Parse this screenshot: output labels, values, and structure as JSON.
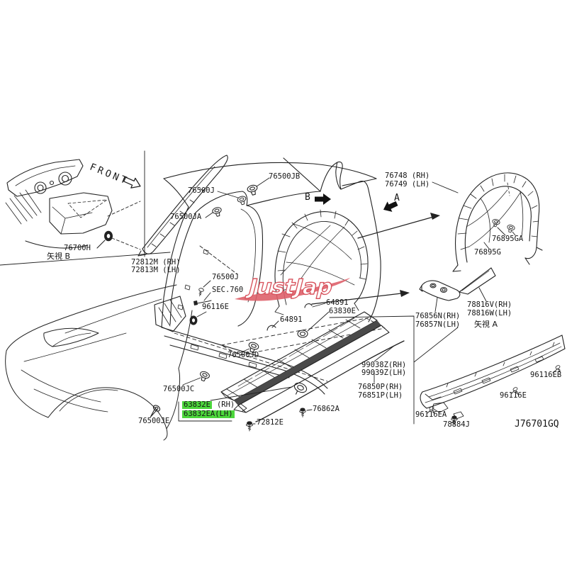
{
  "diagram": {
    "code": "J76701GQ",
    "watermark_text": "JustJap",
    "front_arrow_label": "FRONT",
    "view_b_caption": "矢視 B",
    "view_a_caption": "矢視 A",
    "direction_b": "B",
    "direction_a": "A",
    "highlight_color": "#4cd73c",
    "line_color": "#222222",
    "watermark_color": "#dc5b64"
  },
  "labels": {
    "p76700h": "76700H",
    "p72812m": "72812M (RH)",
    "p72813m": "72813M (LH)",
    "p76500j_top": "76500J",
    "p76500jb": "76500JB",
    "p76500ja": "76500JA",
    "p76500j_mid": "76500J",
    "sec760": "SEC.760",
    "p96116e_mid": "96116E",
    "p64891_a": "64891",
    "p63830e": "63830E",
    "p64891_b": "64891",
    "p76500jd": "76500JD",
    "p76500jc": "76500JC",
    "p63832e": "63832E",
    "p63832e_side": "(RH)",
    "p63832ea": "63832EA(LH)",
    "p76500je": "76500JE",
    "p72812e": "72812E",
    "p76862a": "76862A",
    "p99038z": "99038Z(RH)",
    "p99039z": "99039Z(LH)",
    "p76850p": "76850P(RH)",
    "p76851p": "76851P(LH)",
    "p76748": "76748 (RH)",
    "p76749": "76749 (LH)",
    "p76895ga": "76895GA",
    "p76895g": "76895G",
    "p78816v": "78816V(RH)",
    "p78816w": "78816W(LH)",
    "p76856n": "76856N(RH)",
    "p76857n": "76857N(LH)",
    "p96116eb": "96116EB",
    "p96116e_br": "96116E",
    "p96116ea": "96116EA",
    "p78884j": "78884J"
  }
}
